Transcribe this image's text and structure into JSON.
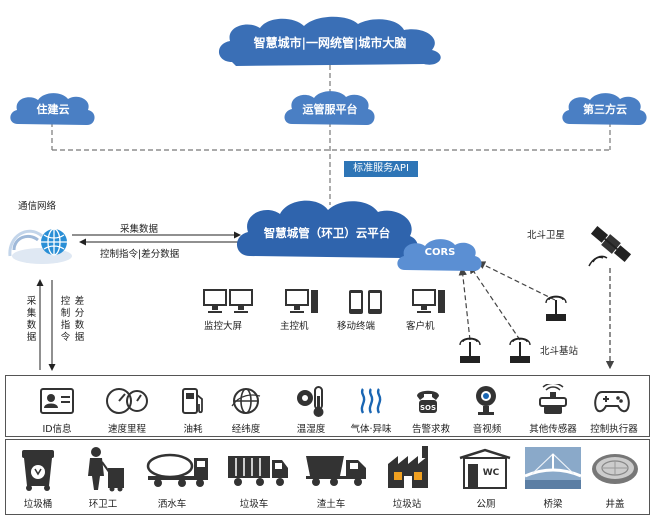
{
  "clouds": {
    "top": "智慧城市|一网统管|城市大脑",
    "left": "住建云",
    "middle": "运管服平台",
    "right": "第三方云",
    "main": "智慧城管（环卫）云平台",
    "cors": "CORS"
  },
  "api_label": "标准服务API",
  "network": {
    "label": "通信网络",
    "collect_data": "采集数据",
    "control": "控制指令|差分数据",
    "vertical_collect": "采集数据",
    "vertical_control": "控制指令",
    "vertical_diff": "差分数据"
  },
  "beidou": {
    "satellite": "北斗卫星",
    "station": "北斗基站"
  },
  "terminals": [
    {
      "label": "监控大屏",
      "icon": "monitor-wall-icon"
    },
    {
      "label": "主控机",
      "icon": "desktop-computer-icon"
    },
    {
      "label": "移动终端",
      "icon": "mobile-phone-icon"
    },
    {
      "label": "客户机",
      "icon": "client-computer-icon"
    }
  ],
  "sensors": [
    {
      "label": "ID信息",
      "icon": "id-card-icon"
    },
    {
      "label": "速度里程",
      "icon": "speedometer-icon"
    },
    {
      "label": "油耗",
      "icon": "fuel-pump-icon"
    },
    {
      "label": "经纬度",
      "icon": "globe-icon"
    },
    {
      "label": "温湿度",
      "icon": "thermometer-icon"
    },
    {
      "label": "气体·异味",
      "icon": "gas-odor-icon"
    },
    {
      "label": "告警求救",
      "icon": "sos-phone-icon"
    },
    {
      "label": "音视频",
      "icon": "camera-icon"
    },
    {
      "label": "其他传感器",
      "icon": "sensor-icon"
    },
    {
      "label": "控制执行器",
      "icon": "gamepad-icon"
    }
  ],
  "objects": [
    {
      "label": "垃圾桶",
      "icon": "trash-bin-icon"
    },
    {
      "label": "环卫工",
      "icon": "sanitation-worker-icon"
    },
    {
      "label": "洒水车",
      "icon": "sprinkler-truck-icon"
    },
    {
      "label": "垃圾车",
      "icon": "garbage-truck-icon"
    },
    {
      "label": "渣土车",
      "icon": "dump-truck-icon"
    },
    {
      "label": "垃圾站",
      "icon": "waste-station-icon"
    },
    {
      "label": "公厕",
      "icon": "toilet-icon"
    },
    {
      "label": "桥梁",
      "icon": "bridge-icon"
    },
    {
      "label": "井盖",
      "icon": "manhole-cover-icon"
    }
  ],
  "colors": {
    "cloud": "#3a6fb6",
    "cloud_light": "#6b9bd8",
    "api": "#2e75b6",
    "dark": "#222222"
  }
}
